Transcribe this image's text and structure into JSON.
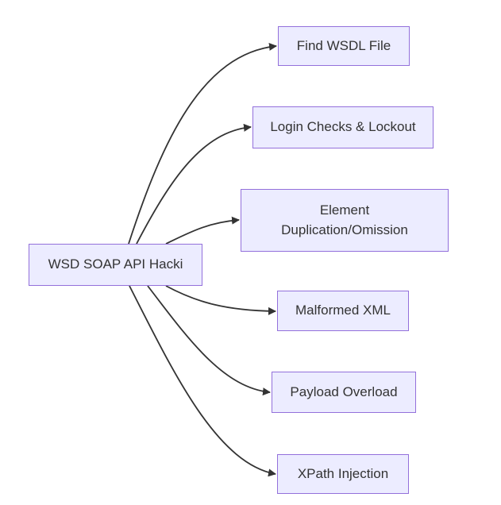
{
  "diagram": {
    "type": "flowchart",
    "direction": "left-to-right",
    "root": {
      "label": "WSD SOAP API Hacki"
    },
    "children": [
      {
        "label": "Find WSDL File"
      },
      {
        "label": "Login Checks & Lockout"
      },
      {
        "label": "Element Duplication/Omission"
      },
      {
        "label": "Malformed XML"
      },
      {
        "label": "Payload Overload"
      },
      {
        "label": "XPath Injection"
      }
    ],
    "edges": [
      {
        "from": "WSD SOAP API Hacki",
        "to": "Find WSDL File"
      },
      {
        "from": "WSD SOAP API Hacki",
        "to": "Login Checks & Lockout"
      },
      {
        "from": "WSD SOAP API Hacki",
        "to": "Element Duplication/Omission"
      },
      {
        "from": "WSD SOAP API Hacki",
        "to": "Malformed XML"
      },
      {
        "from": "WSD SOAP API Hacki",
        "to": "Payload Overload"
      },
      {
        "from": "WSD SOAP API Hacki",
        "to": "XPath Injection"
      }
    ],
    "colors": {
      "node_fill": "#ECECFF",
      "node_border": "#9370DB",
      "edge_stroke": "#333333",
      "text": "#333333",
      "background": "#ffffff"
    }
  }
}
